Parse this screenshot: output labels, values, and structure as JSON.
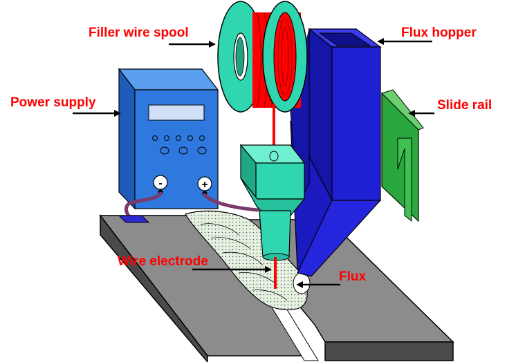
{
  "colors": {
    "label": "#ff0000",
    "plate_top": "#7a7a7a",
    "plate_side": "#4a4a4a",
    "power_supply": "#2f6fd6",
    "hopper": "#1a1acc",
    "spool": "#22c9a0",
    "wire": "#ff0000",
    "nozzle": "#2fd6b0",
    "slide_rail": "#22a33a",
    "flux": "#d8ecd0",
    "cable": "#7a3a6a"
  },
  "labels": {
    "filler_wire_spool": "Filler wire spool",
    "flux_hopper": "Flux hopper",
    "power_supply": "Power supply",
    "slide_rail": "Slide rail",
    "wire_electrode": "Wire electrode",
    "flux": "Flux"
  },
  "terminals": {
    "negative": "-",
    "positive": "+"
  }
}
